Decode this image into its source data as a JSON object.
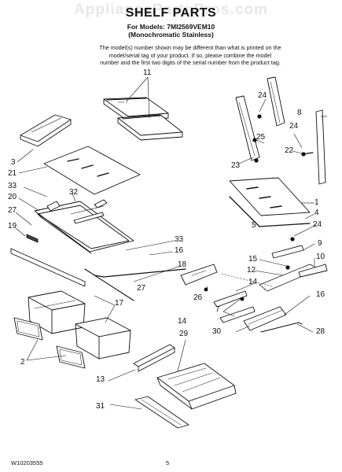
{
  "watermark": "AppliancePartsPros.com",
  "header": {
    "title": "SHELF PARTS",
    "models": "For Models: 7MI2569VEM10",
    "finish": "(Monochromatic Stainless)",
    "note_lines": [
      "The model(s) number shown may be different than what is printed on the",
      "model/serial tag of your product. If so, please combine the model",
      "number and the first two digits of the serial number from the product tag."
    ]
  },
  "callouts": {
    "c1": "11",
    "c2": "3",
    "c3": "21",
    "c4": "33",
    "c5": "32",
    "c6": "20",
    "c7": "27",
    "c8": "19",
    "c9": "33",
    "c10": "16",
    "c11": "18",
    "c12": "27",
    "c13": "17",
    "c14": "2",
    "c15": "13",
    "c16": "29",
    "c17": "31",
    "c18": "24",
    "c19": "8",
    "c20": "24",
    "c21": "25",
    "c22": "22",
    "c23": "23",
    "c24": "1",
    "c25": "4",
    "c26": "24",
    "c27": "9",
    "c28": "5",
    "c29": "10",
    "c30": "15",
    "c31": "12",
    "c32": "14",
    "c33": "16",
    "c34": "26",
    "c35": "7",
    "c36": "14",
    "c37": "30",
    "c38": "28"
  },
  "footer": {
    "doc_number": "W10203555",
    "page_number": "5"
  }
}
